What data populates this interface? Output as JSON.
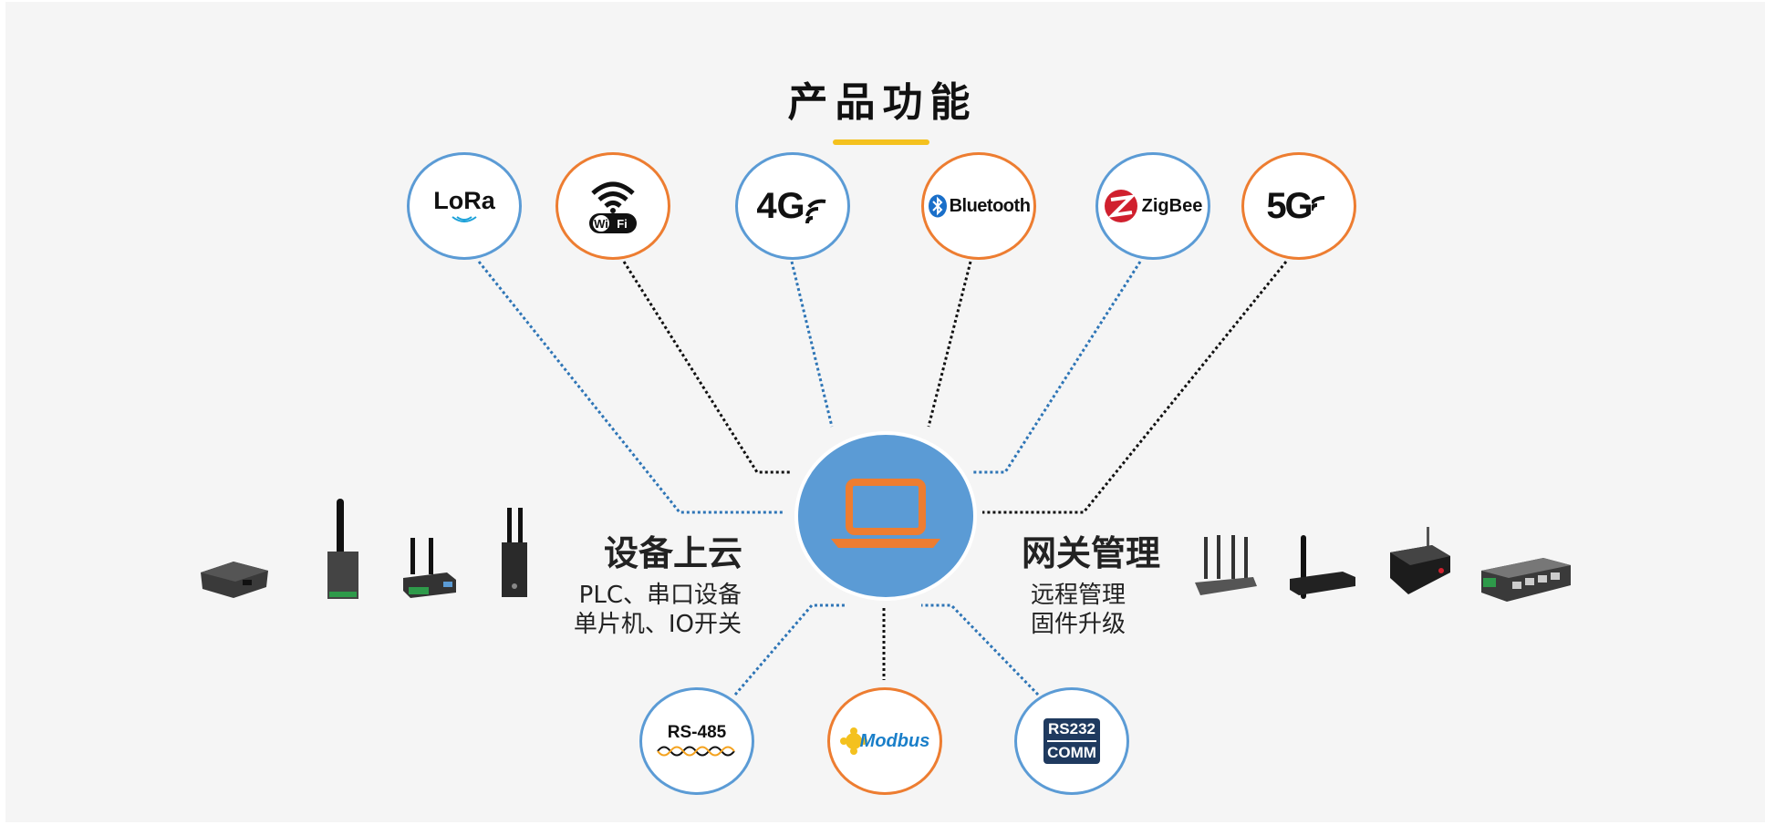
{
  "title": "产品功能",
  "protocols": {
    "lora": {
      "label": "LoRa"
    },
    "wifi": {
      "label": "Wi Fi"
    },
    "fourg": {
      "label": "4G"
    },
    "bluetooth": {
      "label": "Bluetooth"
    },
    "zigbee": {
      "label": "ZigBee"
    },
    "fiveg": {
      "label": "5G"
    },
    "rs485": {
      "label": "RS-485"
    },
    "modbus": {
      "label": "Modbus"
    },
    "rs232": {
      "line1": "RS232",
      "line2": "COMM"
    }
  },
  "left_panel": {
    "title": "设备上云",
    "line1": "PLC、串口设备",
    "line2": "单片机、IO开关"
  },
  "right_panel": {
    "title": "网关管理",
    "line1": "远程管理",
    "line2": "固件升级"
  },
  "hub": {
    "icon": "laptop-icon"
  },
  "colors": {
    "blue": "#5b9bd5",
    "orange": "#ed7d31",
    "accent_yellow": "#f4c11e",
    "dotted_black": "#111111",
    "dotted_blue": "#2e75b6",
    "background": "#f5f5f5"
  },
  "devices": {
    "left": [
      "gateway-box-icon",
      "antenna-module-icon",
      "industrial-router-icon",
      "din-rail-gateway-icon"
    ],
    "right": [
      "wifi-router-icon",
      "4g-router-icon",
      "vehicle-router-icon",
      "industrial-switch-icon"
    ]
  }
}
